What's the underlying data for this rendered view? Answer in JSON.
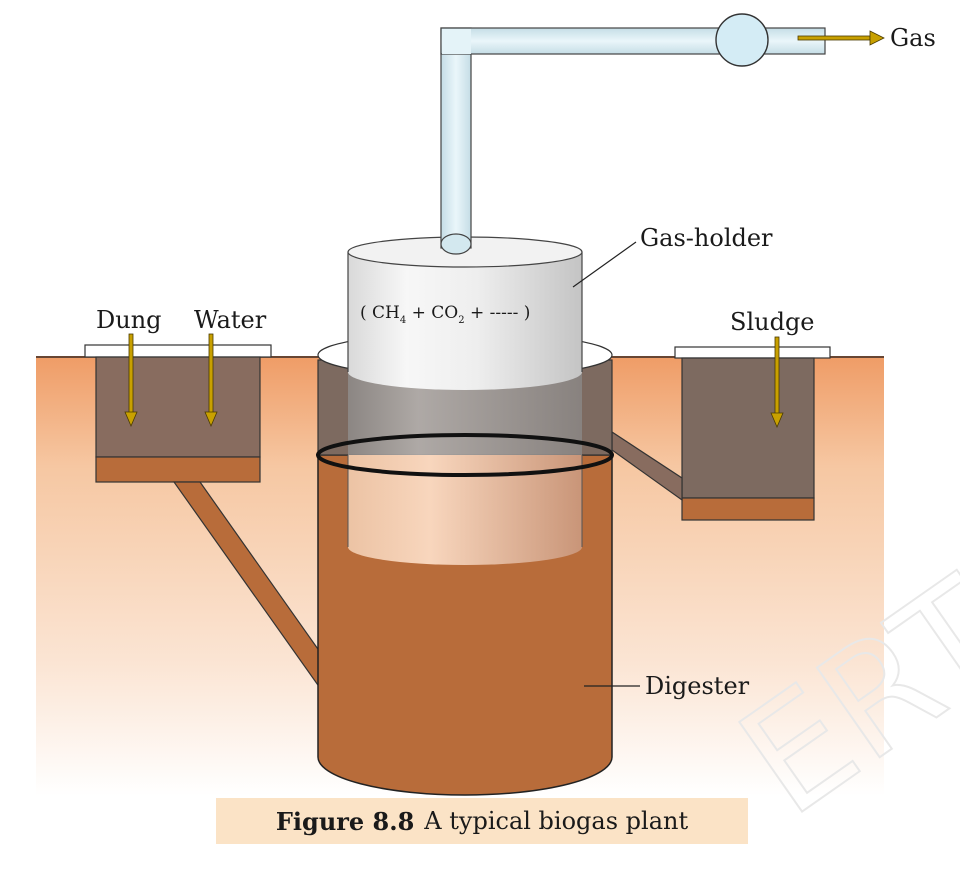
{
  "labels": {
    "gas": "Gas",
    "gas_holder": "Gas-holder",
    "dung": "Dung",
    "water": "Water",
    "sludge": "Sludge",
    "digester": "Digester",
    "formula_open": "( CH",
    "formula_sub4": "4",
    "formula_mid": " + CO",
    "formula_sub2": "2",
    "formula_end": " + ----- )"
  },
  "caption": {
    "figure_number": "Figure 8.8",
    "text": "A typical biogas plant"
  },
  "watermark": "ERT",
  "colors": {
    "soil": "#f0a16d",
    "slurry": "#b86c3a",
    "pit_fill": "#7d6a60",
    "gas_holder": "#e6e6e6",
    "pipe": "#d8eef5",
    "arrow": "#c8a000",
    "caption_bg": "#fbe3c6"
  }
}
